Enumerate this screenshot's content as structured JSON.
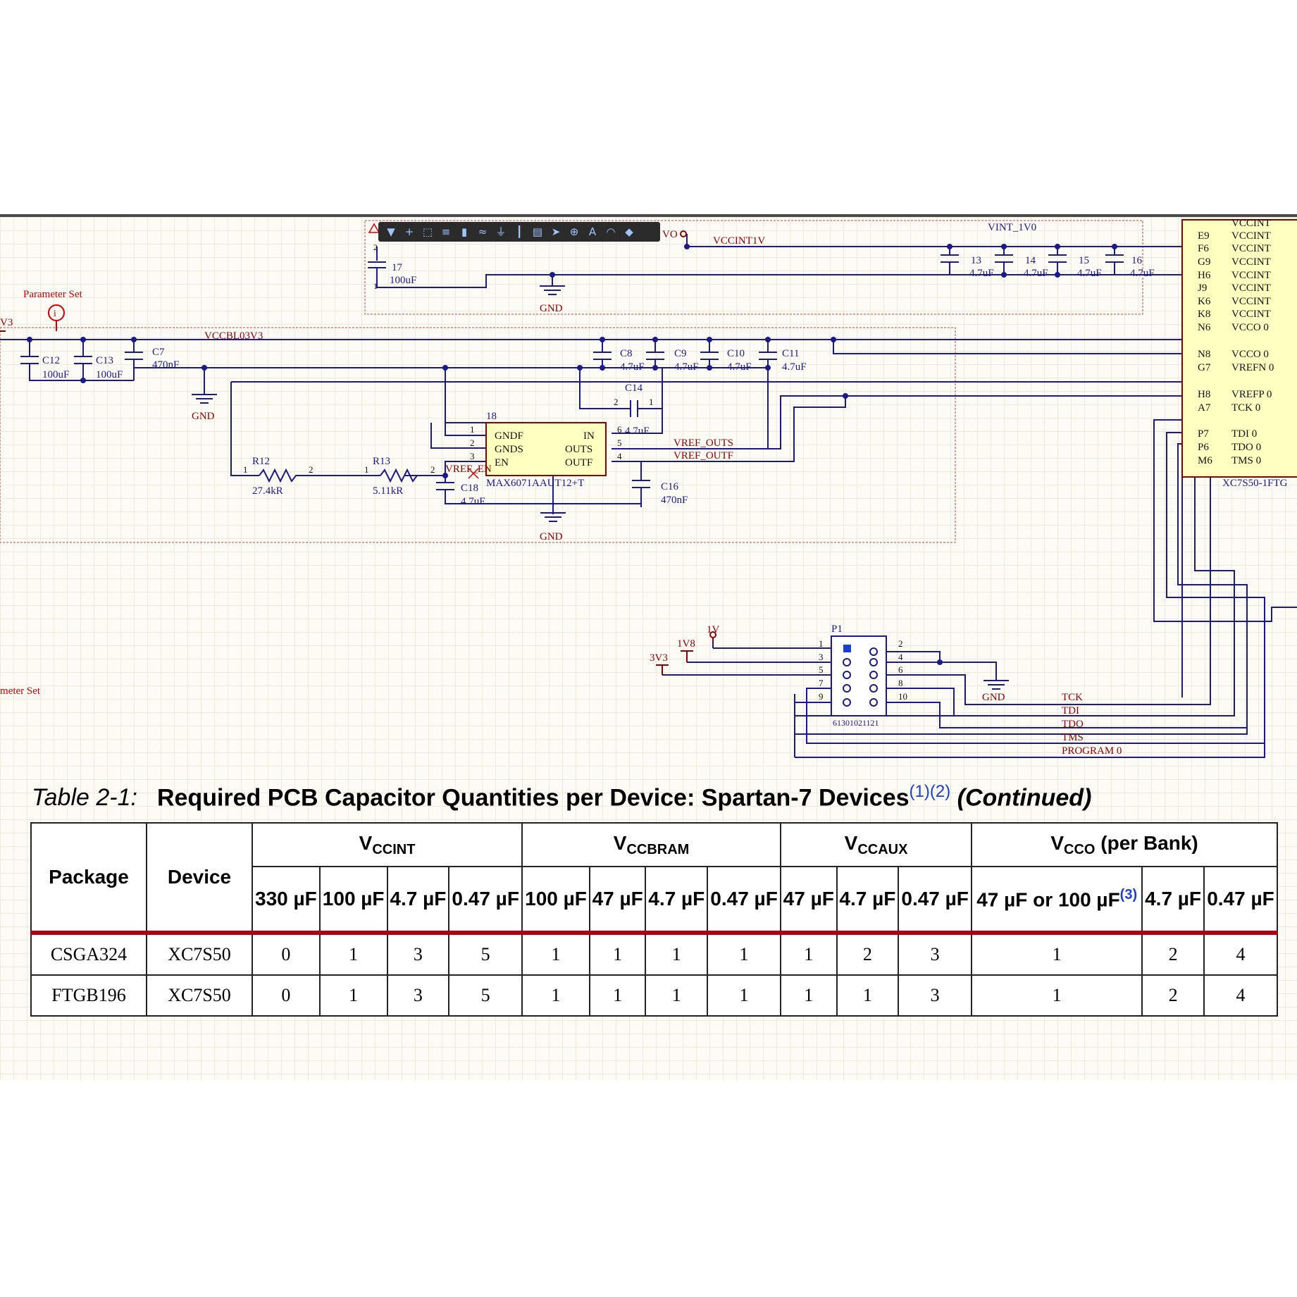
{
  "colors": {
    "wire": "#1a1a8c",
    "net_label": "#8b0000",
    "grid": "#efe9dc",
    "accent_red": "#b00010",
    "toolbar": "#2b2b2b"
  },
  "toolbar": {
    "icons": [
      "filter-icon",
      "plus-icon",
      "select-rect-icon",
      "align-icon",
      "component-icon",
      "wire-icon",
      "ground-icon",
      "bus-icon",
      "net-icon",
      "port-icon",
      "power-icon",
      "text-icon",
      "arc-icon",
      "diamond-icon"
    ],
    "glyphs": [
      "▼",
      "+",
      "⬚",
      "≡",
      "▮",
      "≈",
      "⏚",
      "┃",
      "▤",
      "➤",
      "⊕",
      "A",
      "◠",
      "◆"
    ]
  },
  "schematic": {
    "param_set_1": "Parameter Set",
    "param_set_2": "meter Set",
    "left_edge_label": "V3",
    "nets": {
      "vccint1v": "VCCINT1V",
      "vint_1v0": "VINT_1V0",
      "vccbl03v3": "VCCBL03V3",
      "vo": "VO",
      "gnd1": "GND",
      "gnd2": "GND",
      "gnd3": "GND",
      "gnd4": "GND",
      "vref_outs": "VREF_OUTS",
      "vref_outf": "VREF_OUTF",
      "vref_en": "VREF_EN",
      "p1v": "1V",
      "p1v8": "1V8",
      "p3v3": "3V3",
      "tck": "TCK",
      "tdi": "TDI",
      "tdo": "TDO",
      "tms": "TMS",
      "program": "PROGRAM 0"
    },
    "caps": {
      "c17_ref": "17",
      "c17_val": "100uF",
      "c13b_ref": "13",
      "c14b_ref": "14",
      "c15_ref": "15",
      "c16b_ref": "16",
      "c13b_val": "4.7uF",
      "c14b_val": "4.7uF",
      "c15_val": "4.7uF",
      "c16b_val": "4.7uF",
      "c12_ref": "C12",
      "c12_val": "100uF",
      "c13_ref": "C13",
      "c13_val": "100uF",
      "c7_ref": "C7",
      "c7_val": "470nF",
      "c8_ref": "C8",
      "c8_val": "4.7uF",
      "c9_ref": "C9",
      "c9_val": "4.7uF",
      "c10_ref": "C10",
      "c10_val": "4.7uF",
      "c11_ref": "C11",
      "c11_val": "4.7uF",
      "c14_ref": "C14",
      "c14_val": "4.7uF",
      "c16_ref": "C16",
      "c16_val": "470nF",
      "c18_ref": "C18",
      "c18_val": "4.7uF"
    },
    "resistors": {
      "r12_ref": "R12",
      "r12_val": "27.4kR",
      "r13_ref": "R13",
      "r13_val": "5.11kR"
    },
    "ic": {
      "ref": "18",
      "part": "MAX6071AAUT12+T",
      "left_pins": [
        {
          "num": "1",
          "name": "GNDF"
        },
        {
          "num": "2",
          "name": "GNDS"
        },
        {
          "num": "3",
          "name": "EN"
        }
      ],
      "right_pins": [
        {
          "num": "6",
          "name": "IN"
        },
        {
          "num": "5",
          "name": "OUTS"
        },
        {
          "num": "4",
          "name": "OUTF"
        }
      ]
    },
    "fpga": {
      "part": "XC7S50-1FTG",
      "pins": [
        {
          "ball": "",
          "name": "VCCINT"
        },
        {
          "ball": "E9",
          "name": "VCCINT"
        },
        {
          "ball": "F6",
          "name": "VCCINT"
        },
        {
          "ball": "G9",
          "name": "VCCINT"
        },
        {
          "ball": "H6",
          "name": "VCCINT"
        },
        {
          "ball": "J9",
          "name": "VCCINT"
        },
        {
          "ball": "K6",
          "name": "VCCINT"
        },
        {
          "ball": "K8",
          "name": "VCCINT"
        },
        {
          "ball": "N6",
          "name": "VCCO 0"
        },
        {
          "ball": "N8",
          "name": "VCCO 0"
        },
        {
          "ball": "G7",
          "name": "VREFN 0"
        },
        {
          "ball": "H8",
          "name": "VREFP 0"
        },
        {
          "ball": "A7",
          "name": "TCK 0"
        },
        {
          "ball": "P7",
          "name": "TDI 0"
        },
        {
          "ball": "P6",
          "name": "TDO 0"
        },
        {
          "ball": "M6",
          "name": "TMS 0"
        }
      ]
    },
    "header": {
      "ref": "P1",
      "part": "61301021121",
      "left_pins": [
        "1",
        "3",
        "5",
        "7",
        "9"
      ],
      "right_pins": [
        "2",
        "4",
        "6",
        "8",
        "10"
      ]
    },
    "pin_small": {
      "one": "1",
      "two": "2"
    }
  },
  "table": {
    "label": "Table 2-1:",
    "title": "Required PCB Capacitor Quantities per Device: Spartan-7 Devices",
    "refs": "(1)(2)",
    "continued": "(Continued)",
    "col_package": "Package",
    "col_device": "Device",
    "groups": [
      {
        "main": "V",
        "sub": "CCINT",
        "rest": ""
      },
      {
        "main": "V",
        "sub": "CCBRAM",
        "rest": ""
      },
      {
        "main": "V",
        "sub": "CCAUX",
        "rest": ""
      },
      {
        "main": "V",
        "sub": "CCO",
        "rest": " (per Bank)"
      }
    ],
    "sizes": [
      "330 µF",
      "100 µF",
      "4.7 µF",
      "0.47 µF",
      "100 µF",
      "47 µF",
      "4.7 µF",
      "0.47 µF",
      "47 µF",
      "4.7 µF",
      "0.47 µF",
      "47 µF or 100 µF",
      "4.7 µF",
      "0.47 µF"
    ],
    "size_footnote": "(3)",
    "rows": [
      {
        "package": "CSGA324",
        "device": "XC7S50",
        "values": [
          "0",
          "1",
          "3",
          "5",
          "1",
          "1",
          "1",
          "1",
          "1",
          "2",
          "3",
          "1",
          "2",
          "4"
        ]
      },
      {
        "package": "FTGB196",
        "device": "XC7S50",
        "values": [
          "0",
          "1",
          "3",
          "5",
          "1",
          "1",
          "1",
          "1",
          "1",
          "1",
          "3",
          "1",
          "2",
          "4"
        ]
      }
    ]
  }
}
